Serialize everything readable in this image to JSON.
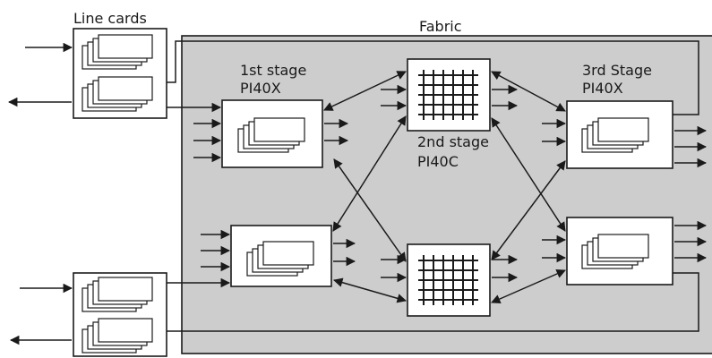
{
  "labels": {
    "line_cards": "Line cards",
    "fabric": "Fabric",
    "stage1_line1": "1st stage",
    "stage1_line2": "PI40X",
    "stage2_line1": "2nd stage",
    "stage2_line2": "PI40C",
    "stage3_line1": "3rd Stage",
    "stage3_line2": "PI40X"
  },
  "colors": {
    "fabric_fill": "#cdcdcd",
    "stroke": "#1a1a1a",
    "box_fill": "#ffffff"
  }
}
